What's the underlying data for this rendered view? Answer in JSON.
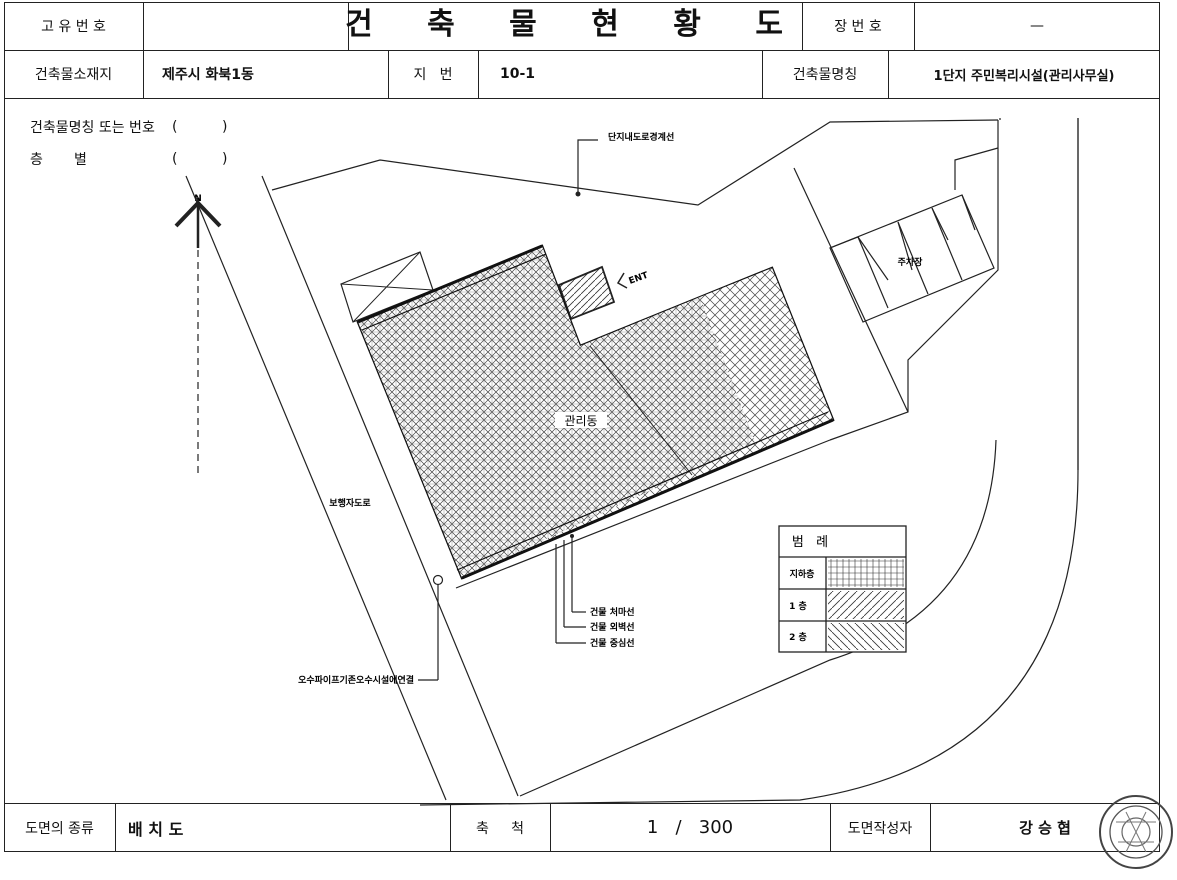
{
  "header": {
    "unique_no_label": "고 유 번 호",
    "unique_no_value": "",
    "title": "건 축 물 현 황 도",
    "sheet_no_label": "장 번 호",
    "sheet_no_value": "—",
    "location_label": "건축물소재지",
    "location_value": "제주시 화북1동",
    "lot_label": "지   번",
    "lot_value": "10-1",
    "bldg_name_label": "건축물명칭",
    "bldg_name_value": "1단지 주민복리시설(관리사무실)"
  },
  "info": {
    "name_or_no_label": "건축물명칭 또는 번호",
    "name_or_no_value": "(          )",
    "floor_label": "층       별",
    "floor_value": "(          )"
  },
  "drawing": {
    "north_label": "N",
    "boundary_label": "단지내도로경계선",
    "parking_label": "주차장",
    "ent_label": "ENT",
    "building_label": "관리동",
    "road_label": "보행자도로",
    "eave_label": "건물 처마선",
    "outer_wall_label": "건물 외벽선",
    "center_label": "건물 중심선",
    "sewer_label": "오수파이프기존오수시설에연결"
  },
  "legend": {
    "title": "범   례",
    "items": [
      {
        "label": "지하층",
        "pattern": "grid"
      },
      {
        "label": "1 층",
        "pattern": "diag"
      },
      {
        "label": "2 층",
        "pattern": "diag-back"
      }
    ]
  },
  "footer": {
    "drawing_type_label": "도면의 종류",
    "drawing_type_value": "배 치 도",
    "scale_label": "축     척",
    "scale_value": "1   /   300",
    "author_label": "도면작성자",
    "author_value": "강 승 협"
  },
  "colors": {
    "line": "#222222",
    "background": "#ffffff"
  }
}
